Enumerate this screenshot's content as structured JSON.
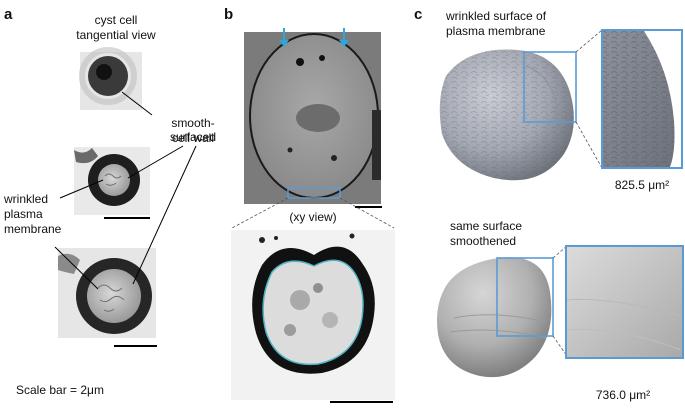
{
  "panel_a": {
    "letter": "a",
    "header_line1": "cyst cell",
    "header_line2": "tangential view",
    "wall_label_line1": "smooth-surfaced",
    "wall_label_line2": "cell wall",
    "membrane_label_line1": "wrinkled",
    "membrane_label_line2": "plasma",
    "membrane_label_line3": "membrane",
    "scale_note": "Scale bar = 2μm"
  },
  "panel_b": {
    "letter": "b",
    "xy_label": "(xy view)"
  },
  "panel_c": {
    "letter": "c",
    "top_label_line1": "wrinkled surface of",
    "top_label_line2": "plasma membrane",
    "top_area": "825.5 μm²",
    "bottom_label_line1": "same surface",
    "bottom_label_line2": "smoothened",
    "bottom_area": "736.0 μm²"
  },
  "colors": {
    "arrow": "#2aa7dd",
    "highlight_box": "#5b9bd5",
    "membrane_trace": "#4fb3c6"
  }
}
